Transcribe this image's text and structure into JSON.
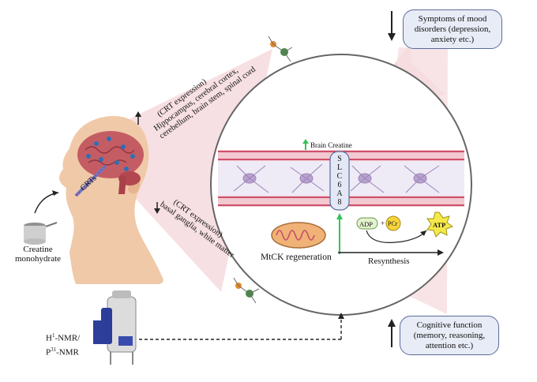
{
  "top_right_box": {
    "lines": [
      "Symptoms of mood",
      "disorders (depression,",
      "anxiety etc.)"
    ]
  },
  "bottom_right_box": {
    "lines": [
      "Cognitive function",
      "(memory, reasoning,",
      "attention etc.)"
    ]
  },
  "crt_upper": {
    "lines": [
      "(CRT expression)",
      "Hippocampus, cerebral cortex,",
      "cerebellum, brain stem, spinal cord"
    ]
  },
  "crt_lower": {
    "lines": [
      "(CRT expression)",
      "basal ganglia, white matter"
    ]
  },
  "crts_label": "CRTs",
  "creatine": {
    "lines": [
      "Creatine",
      "monohydrate"
    ]
  },
  "nmr": {
    "line1": "H",
    "sup1": "1",
    "line1b": "-NMR/",
    "line2": "P",
    "sup2": "31",
    "line2b": "-NMR"
  },
  "brain_creatine": "Brain Creatine",
  "slc_letters": [
    "S",
    "L",
    "C",
    "6",
    "A",
    "8"
  ],
  "adp": "ADP",
  "plus": "+",
  "pcr": "PCr",
  "atp": "ATP",
  "mtck": "MtCK regeneration",
  "resynthesis": "Resynthesis",
  "colors": {
    "vessel": "#c2294a",
    "box_fill": "#e8ecf6",
    "box_border": "#5a6c9a",
    "cone": "#f3d3d7",
    "green_arrow": "#35c25a",
    "adp_fill": "#e3f2cf",
    "pcr_fill": "#f7d43a",
    "atp_fill": "#f5e84a"
  }
}
